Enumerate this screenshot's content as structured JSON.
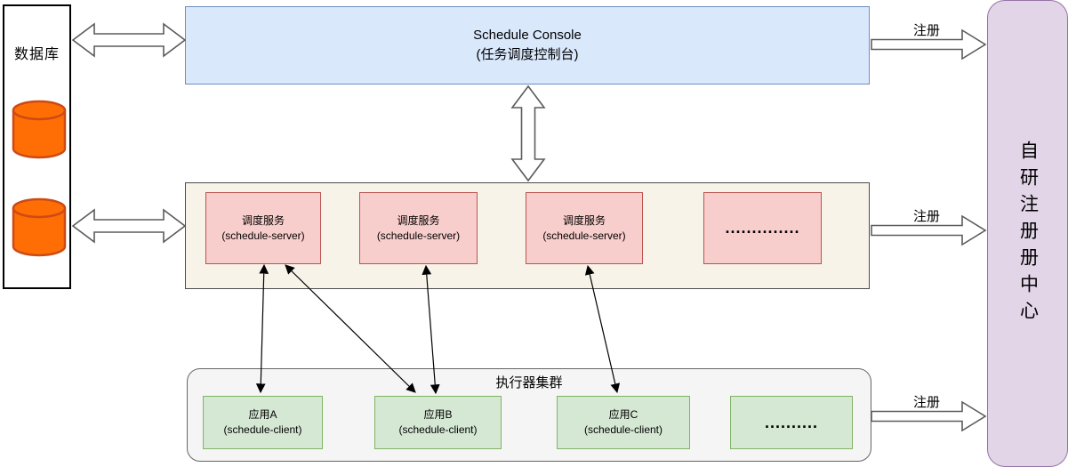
{
  "database": {
    "label": "数据库"
  },
  "console": {
    "title": "Schedule Console",
    "subtitle": "(任务调度控制台)"
  },
  "server_panel": {
    "nodes": [
      {
        "title": "调度服务",
        "subtitle": "(schedule-server)"
      },
      {
        "title": "调度服务",
        "subtitle": "(schedule-server)"
      },
      {
        "title": "调度服务",
        "subtitle": "(schedule-server)"
      },
      {
        "ellipsis": ".............."
      }
    ]
  },
  "executor_panel": {
    "title": "执行器集群",
    "nodes": [
      {
        "title": "应用A",
        "subtitle": "(schedule-client)"
      },
      {
        "title": "应用B",
        "subtitle": "(schedule-client)"
      },
      {
        "title": "应用C",
        "subtitle": "(schedule-client)"
      },
      {
        "ellipsis": ".........."
      }
    ]
  },
  "registry": {
    "label": "自研注册册中心"
  },
  "register_label": "注册",
  "colors": {
    "console_fill": "#dae8fc",
    "console_stroke": "#6c8ebf",
    "server_node_fill": "#f8cecc",
    "server_node_stroke": "#b85450",
    "server_panel_fill": "#f7f3e8",
    "executor_node_fill": "#d5e8d4",
    "executor_node_stroke": "#82b366",
    "executor_panel_fill": "#f5f5f5",
    "registry_fill": "#e1d5e7",
    "registry_stroke": "#9673a6",
    "cylinder_fill": "#ff6d05",
    "cylinder_stroke": "#cc4a14"
  }
}
